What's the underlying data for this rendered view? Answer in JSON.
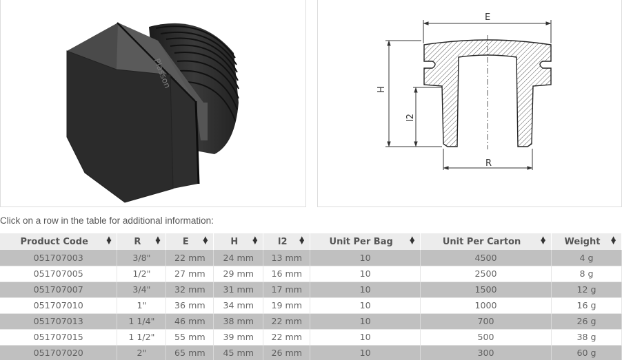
{
  "images": {
    "product_photo": {
      "alt": "Plasson plug product photo",
      "brand_mark": "Plasson"
    },
    "drawing": {
      "alt": "Technical cross-section drawing",
      "labels": {
        "E": "E",
        "H": "H",
        "l2": "l2",
        "R": "R"
      }
    }
  },
  "instruction": "Click on a row in the table for additional information:",
  "table": {
    "columns": [
      {
        "key": "code",
        "label": "Product Code"
      },
      {
        "key": "r",
        "label": "R"
      },
      {
        "key": "e",
        "label": "E"
      },
      {
        "key": "h",
        "label": "H"
      },
      {
        "key": "l2",
        "label": "l2"
      },
      {
        "key": "bag",
        "label": "Unit Per Bag"
      },
      {
        "key": "carton",
        "label": "Unit Per Carton"
      },
      {
        "key": "weight",
        "label": "Weight"
      }
    ],
    "rows": [
      [
        "051707003",
        "3/8\"",
        "22 mm",
        "24 mm",
        "13 mm",
        "10",
        "4500",
        "4 g"
      ],
      [
        "051707005",
        "1/2\"",
        "27 mm",
        "29 mm",
        "16 mm",
        "10",
        "2500",
        "8 g"
      ],
      [
        "051707007",
        "3/4\"",
        "32 mm",
        "31 mm",
        "17 mm",
        "10",
        "1500",
        "12 g"
      ],
      [
        "051707010",
        "1\"",
        "36 mm",
        "34 mm",
        "19 mm",
        "10",
        "1000",
        "16 g"
      ],
      [
        "051707013",
        "1 1/4\"",
        "46 mm",
        "38 mm",
        "22 mm",
        "10",
        "700",
        "26 g"
      ],
      [
        "051707015",
        "1 1/2\"",
        "55 mm",
        "39 mm",
        "22 mm",
        "10",
        "500",
        "38 g"
      ],
      [
        "051707020",
        "2\"",
        "65 mm",
        "45 mm",
        "26 mm",
        "10",
        "300",
        "60 g"
      ]
    ]
  },
  "colors": {
    "header_bg": "#ececec",
    "odd_row_bg": "#c0c0c0",
    "even_row_bg": "#ffffff",
    "text": "#555555"
  }
}
